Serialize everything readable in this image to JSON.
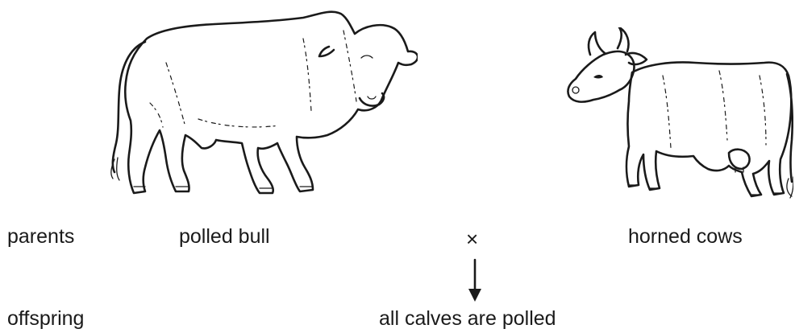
{
  "cross": {
    "parents_label": "parents",
    "male_parent": "polled bull",
    "cross_symbol": "×",
    "female_parent": "horned cows",
    "offspring_label": "offspring",
    "offspring_result": "all calves are polled"
  },
  "illustrations": {
    "bull_icon": "polled-bull-drawing",
    "cow_icon": "horned-cow-drawing",
    "arrow_icon": "down-arrow"
  }
}
